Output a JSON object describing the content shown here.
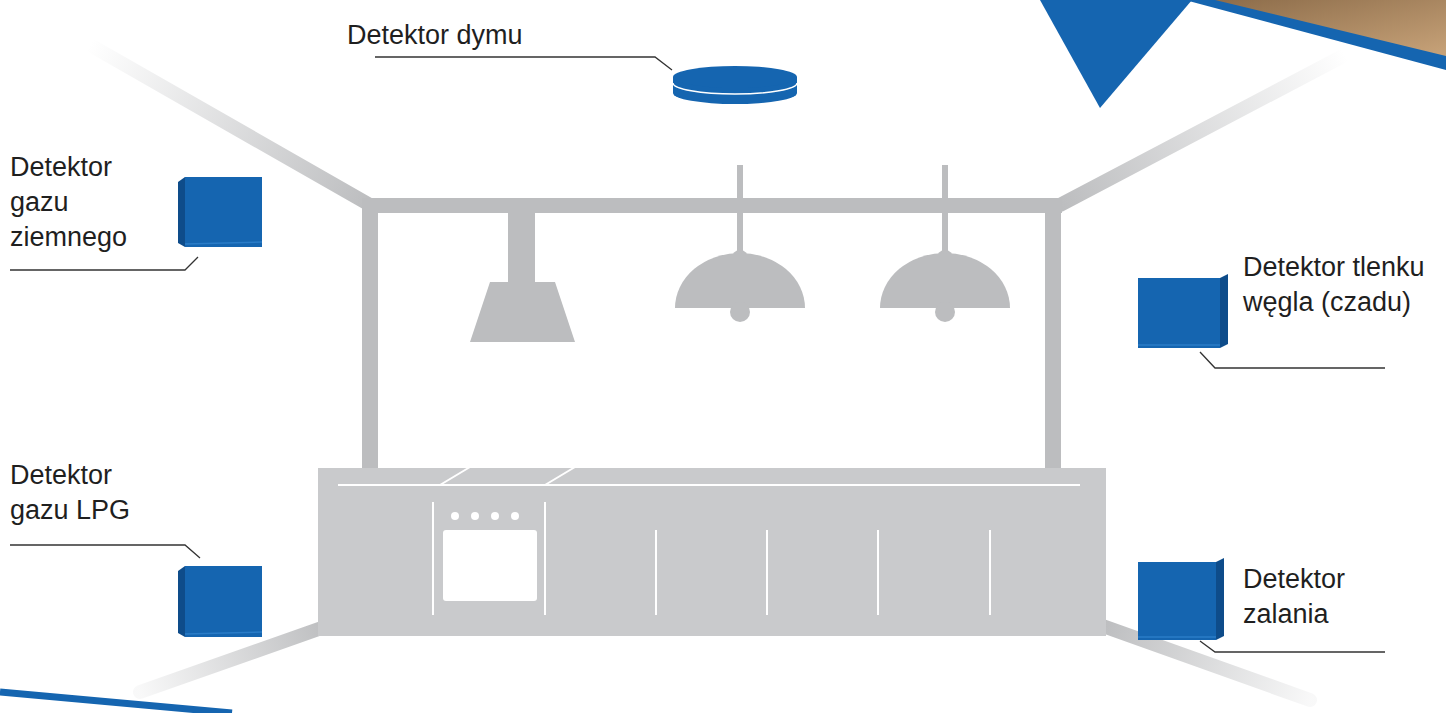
{
  "diagram": {
    "nodes": [
      {
        "text": [
          "Detektor dymu"
        ]
      },
      {
        "text": [
          "Detektor gazu ziemnego"
        ]
      },
      {
        "text": [
          "Detektor tlenku węgla (czadu)"
        ]
      },
      {
        "text": [
          "Detektor gazu LPG"
        ]
      },
      {
        "text": [
          "Detektor zalania"
        ]
      }
    ]
  }
}
